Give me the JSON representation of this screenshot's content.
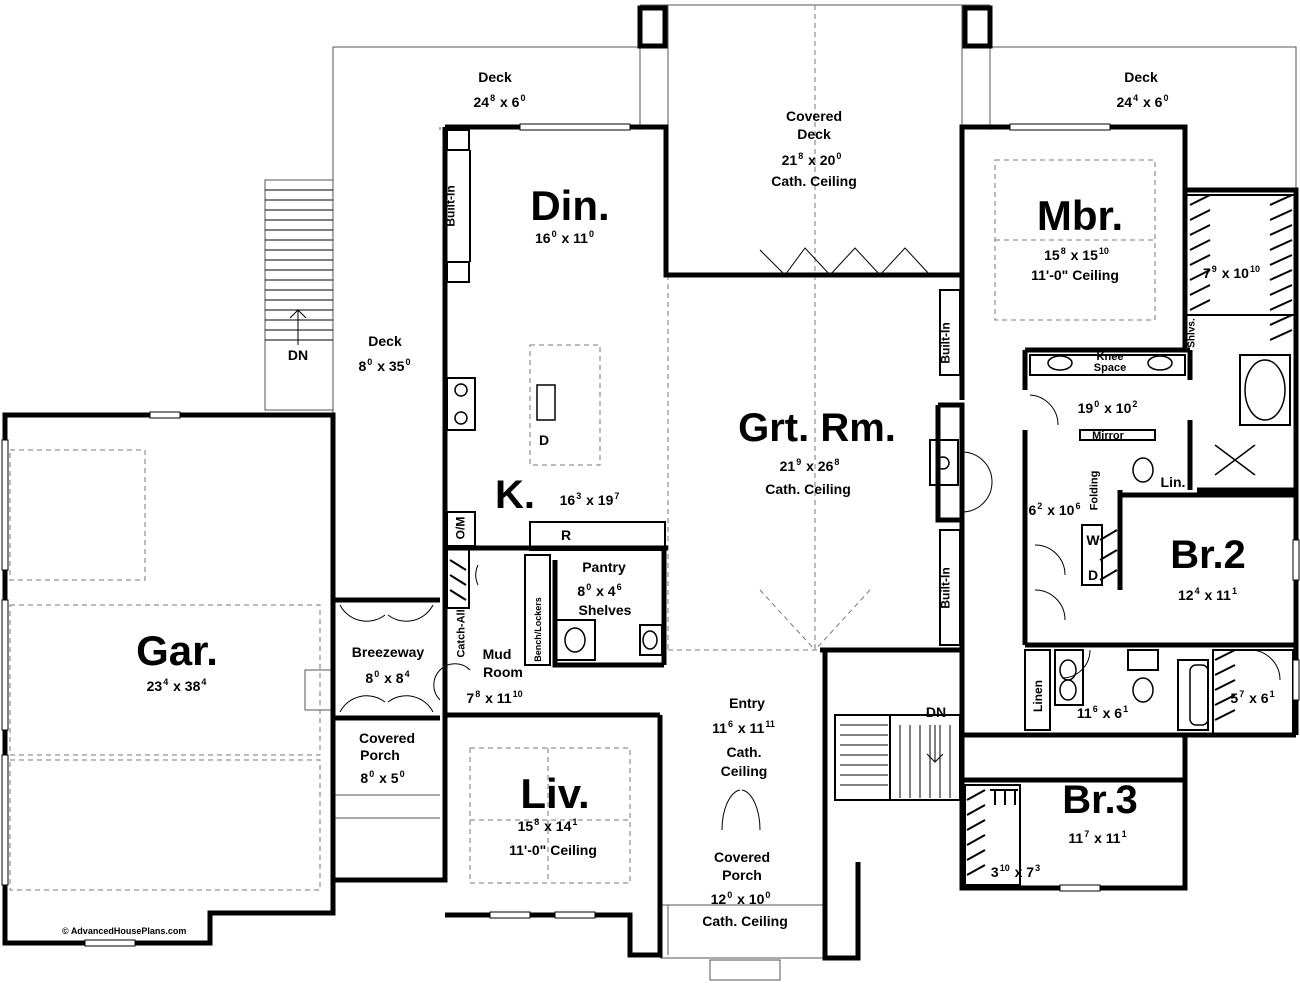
{
  "rooms": {
    "garage": {
      "name": "Gar.",
      "dim": [
        "23",
        "4",
        "38",
        "4"
      ]
    },
    "breezeway": {
      "name": "Breezeway",
      "dim": [
        "8",
        "0",
        "8",
        "4"
      ]
    },
    "covered_porch_left": {
      "name1": "Covered",
      "name2": "Porch",
      "dim": [
        "8",
        "0",
        "5",
        "0"
      ]
    },
    "mud_room": {
      "name1": "Mud",
      "name2": "Room",
      "dim": [
        "7",
        "8",
        "11",
        "10"
      ]
    },
    "kitchen": {
      "name": "K.",
      "dim": [
        "16",
        "3",
        "19",
        "7"
      ]
    },
    "dining": {
      "name": "Din.",
      "dim": [
        "16",
        "0",
        "11",
        "0"
      ]
    },
    "pantry": {
      "name": "Pantry",
      "dim": [
        "8",
        "0",
        "4",
        "6"
      ],
      "sub": "Shelves"
    },
    "great_room": {
      "name": "Grt. Rm.",
      "dim": [
        "21",
        "9",
        "26",
        "8"
      ],
      "sub": "Cath. Ceiling"
    },
    "entry": {
      "name": "Entry",
      "dim": [
        "11",
        "6",
        "11",
        "11"
      ],
      "sub1": "Cath.",
      "sub2": "Ceiling"
    },
    "living": {
      "name": "Liv.",
      "dim": [
        "15",
        "8",
        "14",
        "1"
      ],
      "sub": "11'-0\" Ceiling"
    },
    "covered_porch_front": {
      "name1": "Covered",
      "name2": "Porch",
      "dim": [
        "12",
        "0",
        "10",
        "0"
      ],
      "sub": "Cath. Ceiling"
    },
    "covered_deck": {
      "name1": "Covered",
      "name2": "Deck",
      "dim": [
        "21",
        "8",
        "20",
        "0"
      ],
      "sub": "Cath. Ceiling"
    },
    "deck_left": {
      "name": "Deck",
      "dim": [
        "24",
        "8",
        "6",
        "0"
      ]
    },
    "deck_right": {
      "name": "Deck",
      "dim": [
        "24",
        "4",
        "6",
        "0"
      ]
    },
    "deck_side": {
      "name": "Deck",
      "dim": [
        "8",
        "0",
        "35",
        "0"
      ]
    },
    "master": {
      "name": "Mbr.",
      "dim": [
        "15",
        "8",
        "15",
        "10"
      ],
      "sub": "11'-0\" Ceiling"
    },
    "master_closet": {
      "dim": [
        "7",
        "9",
        "10",
        "10"
      ]
    },
    "master_bath": {
      "dim": [
        "19",
        "0",
        "10",
        "2"
      ]
    },
    "laundry": {
      "dim": [
        "6",
        "2",
        "10",
        "6"
      ]
    },
    "bed2": {
      "name": "Br.2",
      "dim": [
        "12",
        "4",
        "11",
        "1"
      ]
    },
    "bath2": {
      "dim": [
        "11",
        "6",
        "6",
        "1"
      ]
    },
    "closet2": {
      "dim": [
        "5",
        "7",
        "6",
        "1"
      ]
    },
    "bed3": {
      "name": "Br.3",
      "dim": [
        "11",
        "7",
        "11",
        "1"
      ]
    },
    "closet3": {
      "dim": [
        "3",
        "10",
        "7",
        "3"
      ]
    }
  },
  "labels": {
    "built_in_din": "Built-In",
    "built_in_grt_top": "Built-In",
    "built_in_grt_bottom": "Built-In",
    "om": "O/M",
    "catch_all": "Catch-All",
    "bench_lockers": "Bench/Lockers",
    "range": "R",
    "dishwasher": "D",
    "dn_left": "DN",
    "dn_right": "DN",
    "knee_space": "Knee Space",
    "mirror": "Mirror",
    "lin_bath": "Lin.",
    "folding": "Folding",
    "washer": "W",
    "dryer": "D",
    "shlvs": "Shlvs.",
    "linen": "Linen"
  },
  "copyright": "AdvancedHousePlans.com"
}
